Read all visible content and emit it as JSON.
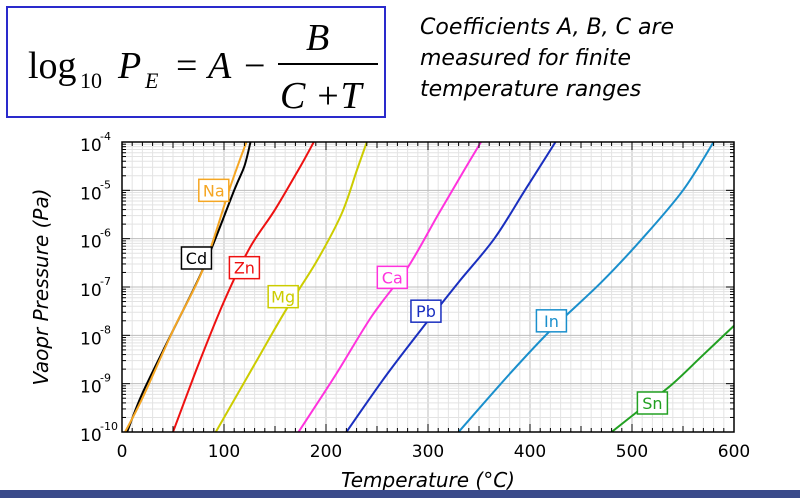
{
  "formula": {
    "log": "log",
    "base": "10",
    "p": "P",
    "p_sub": "E",
    "equals": "=",
    "a": "A",
    "minus": "−",
    "num": "B",
    "den": "C +T"
  },
  "note_lines": [
    "Coefficients A, B, C are",
    "measured for finite",
    "temperature ranges"
  ],
  "chart_data": {
    "type": "line",
    "xlabel": "Temperature (°C)",
    "ylabel": "Vaopr Pressure (Pa)",
    "xlim": [
      0,
      600
    ],
    "ylim_log10": [
      -10,
      -4
    ],
    "xticks": [
      0,
      100,
      200,
      300,
      400,
      500,
      600
    ],
    "yticks": [
      {
        "exp": -4,
        "base": "10",
        "sup": "-4"
      },
      {
        "exp": -5,
        "base": "10",
        "sup": "-5"
      },
      {
        "exp": -6,
        "base": "10",
        "sup": "-6"
      },
      {
        "exp": -7,
        "base": "10",
        "sup": "-7"
      },
      {
        "exp": -8,
        "base": "10",
        "sup": "-8"
      },
      {
        "exp": -9,
        "base": "10",
        "sup": "-9"
      },
      {
        "exp": -10,
        "base": "10",
        "sup": "-10"
      }
    ],
    "grid": true,
    "series": [
      {
        "name": "Cd",
        "color": "#000000",
        "points": [
          [
            5,
            -10.0
          ],
          [
            20,
            -9.2
          ],
          [
            50,
            -7.9
          ],
          [
            80,
            -6.6
          ],
          [
            110,
            -5.0
          ],
          [
            120,
            -4.5
          ],
          [
            126,
            -4.0
          ]
        ],
        "label_at": [
          73,
          -6.4
        ]
      },
      {
        "name": "Na",
        "color": "#f5a623",
        "points": [
          [
            3,
            -10.0
          ],
          [
            20,
            -9.3
          ],
          [
            50,
            -7.9
          ],
          [
            80,
            -6.6
          ],
          [
            105,
            -5.0
          ],
          [
            115,
            -4.4
          ],
          [
            122,
            -4.0
          ]
        ],
        "label_at": [
          90,
          -5.0
        ]
      },
      {
        "name": "Zn",
        "color": "#ee1111",
        "points": [
          [
            50,
            -10.0
          ],
          [
            75,
            -8.6
          ],
          [
            100,
            -7.3
          ],
          [
            125,
            -6.2
          ],
          [
            150,
            -5.4
          ],
          [
            175,
            -4.5
          ],
          [
            188,
            -4.0
          ]
        ],
        "label_at": [
          120,
          -6.6
        ]
      },
      {
        "name": "Mg",
        "color": "#cccc00",
        "points": [
          [
            92,
            -10.0
          ],
          [
            130,
            -8.6
          ],
          [
            160,
            -7.5
          ],
          [
            190,
            -6.5
          ],
          [
            215,
            -5.5
          ],
          [
            230,
            -4.6
          ],
          [
            240,
            -4.0
          ]
        ],
        "label_at": [
          158,
          -7.2
        ]
      },
      {
        "name": "Ca",
        "color": "#ff33dd",
        "points": [
          [
            173,
            -10.0
          ],
          [
            210,
            -8.8
          ],
          [
            245,
            -7.6
          ],
          [
            280,
            -6.6
          ],
          [
            310,
            -5.5
          ],
          [
            335,
            -4.6
          ],
          [
            352,
            -4.0
          ]
        ],
        "label_at": [
          265,
          -6.8
        ]
      },
      {
        "name": "Pb",
        "color": "#1a2fbf",
        "points": [
          [
            220,
            -10.0
          ],
          [
            260,
            -8.8
          ],
          [
            300,
            -7.7
          ],
          [
            330,
            -6.9
          ],
          [
            365,
            -6.0
          ],
          [
            395,
            -5.0
          ],
          [
            425,
            -4.0
          ]
        ],
        "label_at": [
          298,
          -7.5
        ]
      },
      {
        "name": "In",
        "color": "#1a8fcc",
        "points": [
          [
            330,
            -10.0
          ],
          [
            380,
            -8.8
          ],
          [
            420,
            -7.9
          ],
          [
            470,
            -6.9
          ],
          [
            510,
            -6.0
          ],
          [
            550,
            -5.0
          ],
          [
            580,
            -4.0
          ]
        ],
        "label_at": [
          421,
          -7.7
        ]
      },
      {
        "name": "Sn",
        "color": "#22a022",
        "points": [
          [
            480,
            -10.0
          ],
          [
            510,
            -9.5
          ],
          [
            540,
            -9.0
          ],
          [
            570,
            -8.4
          ],
          [
            600,
            -7.8
          ]
        ],
        "label_at": [
          520,
          -9.4
        ]
      }
    ]
  }
}
